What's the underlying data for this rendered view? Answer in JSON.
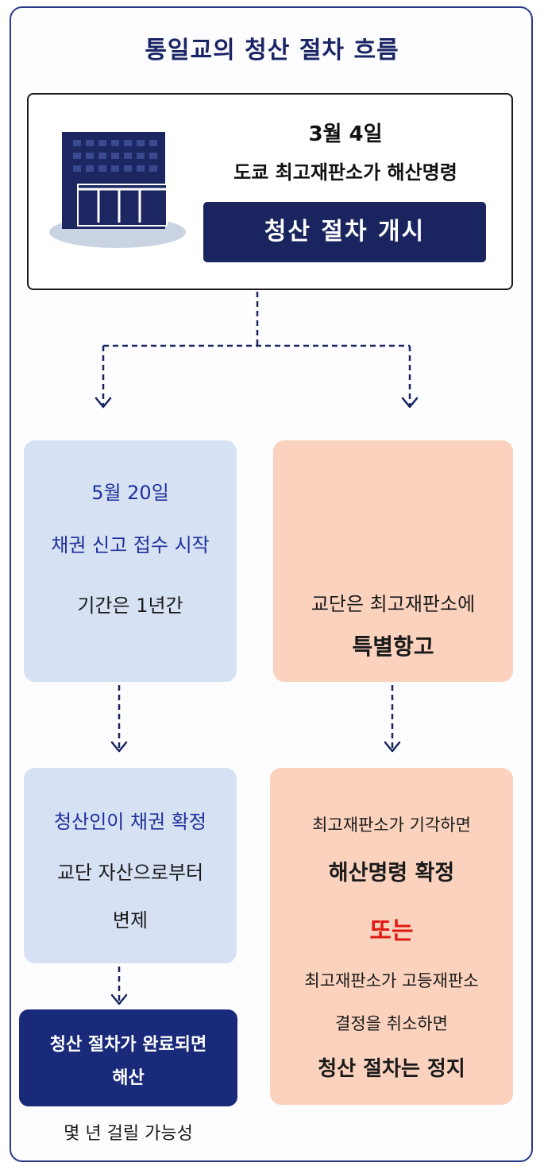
{
  "title": "통일교의 청산 절차 흐름",
  "top": {
    "date": "3월 4일",
    "description": "도쿄 최고재판소가 해산명령",
    "banner": "청산 절차 개시"
  },
  "left": {
    "card1": {
      "date": "5월 20일",
      "line1": "채권 신고 접수 시작",
      "line2": "기간은 1년간"
    },
    "card2": {
      "line1": "청산인이 채권 확정",
      "line2": "교단 자산으로부터",
      "line3": "변제"
    },
    "final": {
      "line1": "청산 절차가 완료되면",
      "line2": "해산"
    },
    "note": "몇 년 걸릴 가능성"
  },
  "right": {
    "card1": {
      "line1": "교단은 최고재판소에",
      "line2": "특별항고"
    },
    "card2": {
      "line1": "최고재판소가 기각하면",
      "line2": "해산명령 확정",
      "or": "또는",
      "line3": "최고재판소가 고등재판소",
      "line4": "결정을 취소하면",
      "line5": "청산 절차는 정지"
    }
  },
  "colors": {
    "navy": "#1a2560",
    "light_blue": "#d6e2f4",
    "peach": "#fad2bd",
    "red": "#e01b12"
  },
  "icons": [
    "court-building-icon",
    "church-building-icon"
  ]
}
